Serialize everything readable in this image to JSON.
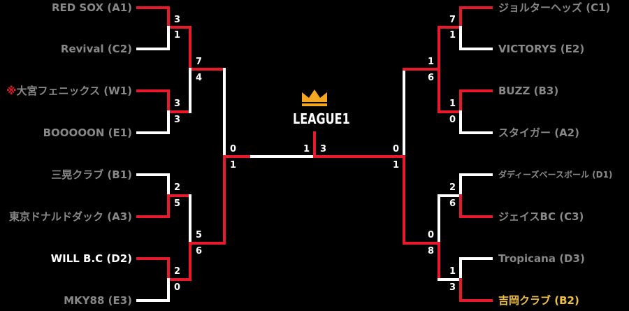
{
  "title": "LEAGUE1",
  "colors": {
    "win": "#e8192c",
    "lose": "#ffffff",
    "team_text": "#888888",
    "highlight": "#f0c040",
    "crown": "#f5a623"
  },
  "left_teams": [
    {
      "name": "RED SOX (A1)",
      "prefix": "",
      "color": "#888888"
    },
    {
      "name": "Revival (C2)",
      "prefix": "",
      "color": "#888888"
    },
    {
      "name": "大宮フェニックス (W1)",
      "prefix": "※",
      "color": "#888888"
    },
    {
      "name": "BOOOOON (E1)",
      "prefix": "",
      "color": "#888888"
    },
    {
      "name": "三晃クラブ (B1)",
      "prefix": "",
      "color": "#888888"
    },
    {
      "name": "東京ドナルドダック (A3)",
      "prefix": "",
      "color": "#888888"
    },
    {
      "name": "WILL B.C (D2)",
      "prefix": "",
      "color": "#ffffff"
    },
    {
      "name": "MKY88 (E3)",
      "prefix": "",
      "color": "#888888"
    }
  ],
  "right_teams": [
    {
      "name": "ジョルターヘッズ (C1)",
      "color": "#888888"
    },
    {
      "name": "VICTORYS (E2)",
      "color": "#888888"
    },
    {
      "name": "BUZZ (B3)",
      "color": "#888888"
    },
    {
      "name": "スタイガー (A2)",
      "color": "#888888"
    },
    {
      "name": "ダディーズベースボール (D1)",
      "color": "#888888"
    },
    {
      "name": "ジェイスBC (C3)",
      "color": "#888888"
    },
    {
      "name": "Tropicana (D3)",
      "color": "#888888"
    },
    {
      "name": "吉岡クラブ (B2)",
      "color": "#f0c040"
    }
  ],
  "scores": {
    "l_r1_m1": [
      "3",
      "1"
    ],
    "l_r1_m2": [
      "3",
      "3"
    ],
    "l_r1_m3": [
      "2",
      "5"
    ],
    "l_r1_m4": [
      "2",
      "0"
    ],
    "l_r2_m1": [
      "7",
      "4"
    ],
    "l_r2_m2": [
      "5",
      "6"
    ],
    "l_r3": [
      "0",
      "1"
    ],
    "r_r1_m1": [
      "7",
      "1"
    ],
    "r_r1_m2": [
      "1",
      "0"
    ],
    "r_r1_m3": [
      "2",
      "6"
    ],
    "r_r1_m4": [
      "1",
      "3"
    ],
    "r_r2_m1": [
      "1",
      "6"
    ],
    "r_r2_m2": [
      "0",
      "8"
    ],
    "r_r3": [
      "0",
      "1"
    ],
    "final": [
      "1",
      "3"
    ]
  }
}
